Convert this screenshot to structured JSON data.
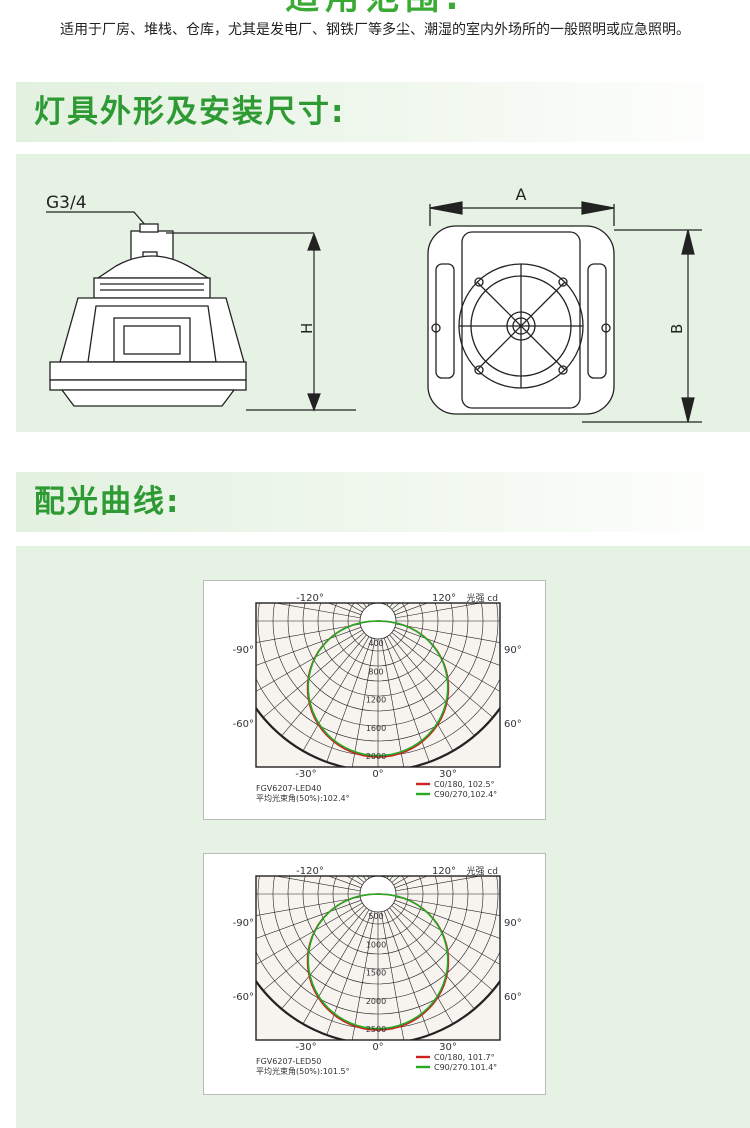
{
  "page": {
    "top_heading": "适用范围:",
    "intro": "适用于厂房、堆栈、仓库，尤其是发电厂、钢铁厂等多尘、潮湿的室内外场所的一般照明或应急照明。"
  },
  "sections": {
    "dimensions": {
      "title": "灯具外形及安装尺寸:",
      "label_thread": "G3/4",
      "label_height": "H",
      "label_width": "A",
      "label_depth": "B"
    },
    "light_curve": {
      "title": "配光曲线:"
    }
  },
  "chart_data": [
    {
      "type": "polar",
      "title": "FGV6207-LED40",
      "subtitle": "平均光束角(50%):102.4°",
      "unit_label": "光强 cd",
      "angle_labels": [
        "-120°",
        "120°",
        "-90°",
        "90°",
        "-60°",
        "60°",
        "-30°",
        "0°",
        "30°"
      ],
      "radial_ticks": [
        400,
        800,
        1200,
        1600,
        2000
      ],
      "rmax": 2000,
      "series": [
        {
          "name": "C0/180, 102.5°",
          "color": "#cc2222"
        },
        {
          "name": "C90/270,102.4°",
          "color": "#22aa22"
        }
      ]
    },
    {
      "type": "polar",
      "title": "FGV6207-LED50",
      "subtitle": "平均光束角(50%):101.5°",
      "unit_label": "光强 cd",
      "angle_labels": [
        "-120°",
        "120°",
        "-90°",
        "90°",
        "-60°",
        "60°",
        "-30°",
        "0°",
        "30°"
      ],
      "radial_ticks": [
        500,
        1000,
        1500,
        2000,
        2500
      ],
      "rmax": 2500,
      "series": [
        {
          "name": "C0/180, 101.7°",
          "color": "#cc2222"
        },
        {
          "name": "C90/270.101.4°",
          "color": "#22aa22"
        }
      ]
    }
  ]
}
